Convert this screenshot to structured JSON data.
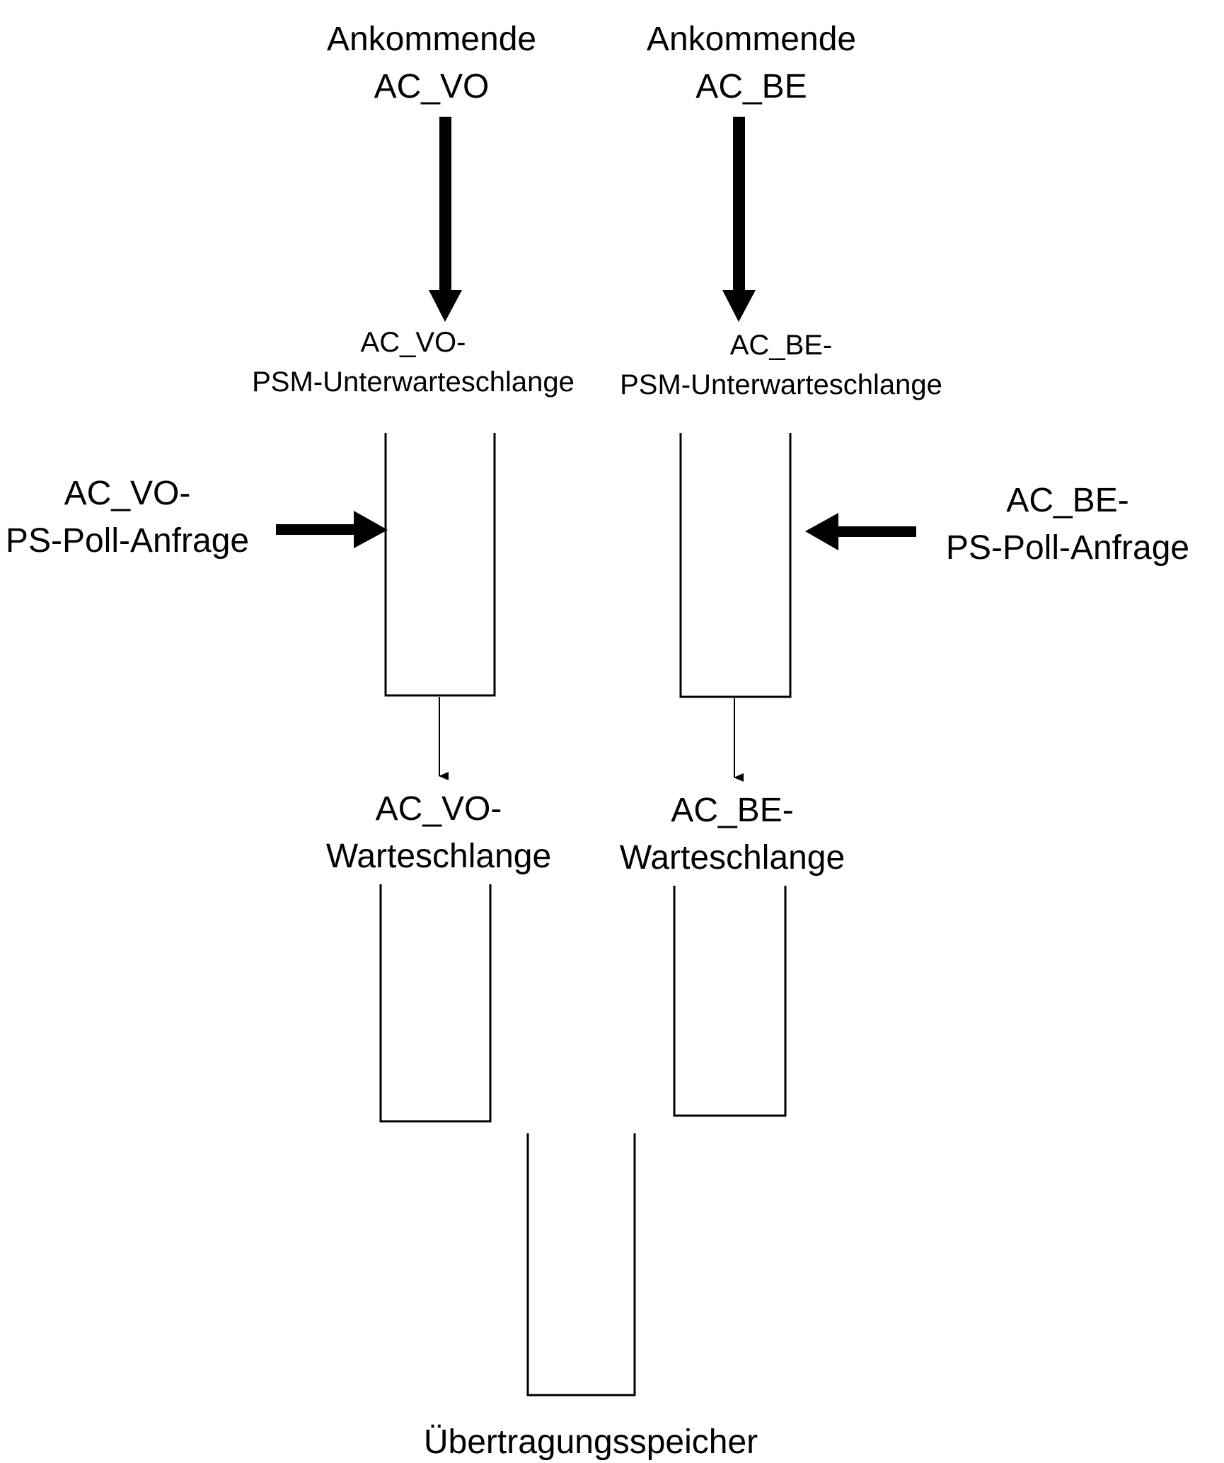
{
  "labels": {
    "incoming_vo": [
      "Ankommende",
      "AC_VO"
    ],
    "incoming_be": [
      "Ankommende",
      "AC_BE"
    ],
    "psm_vo": [
      "AC_VO-",
      "PSM-Unterwarteschlange"
    ],
    "psm_be": [
      "AC_BE-",
      "PSM-Unterwarteschlange"
    ],
    "pspoll_vo": [
      "AC_VO-",
      "PS-Poll-Anfrage"
    ],
    "pspoll_be": [
      "AC_BE-",
      "PS-Poll-Anfrage"
    ],
    "queue_vo": [
      "AC_VO-",
      "Warteschlange"
    ],
    "queue_be": [
      "AC_BE-",
      "Warteschlange"
    ],
    "tx_buffer": "Übertragungsspeicher"
  },
  "colors": {
    "stroke": "#000000",
    "background": "#ffffff"
  }
}
